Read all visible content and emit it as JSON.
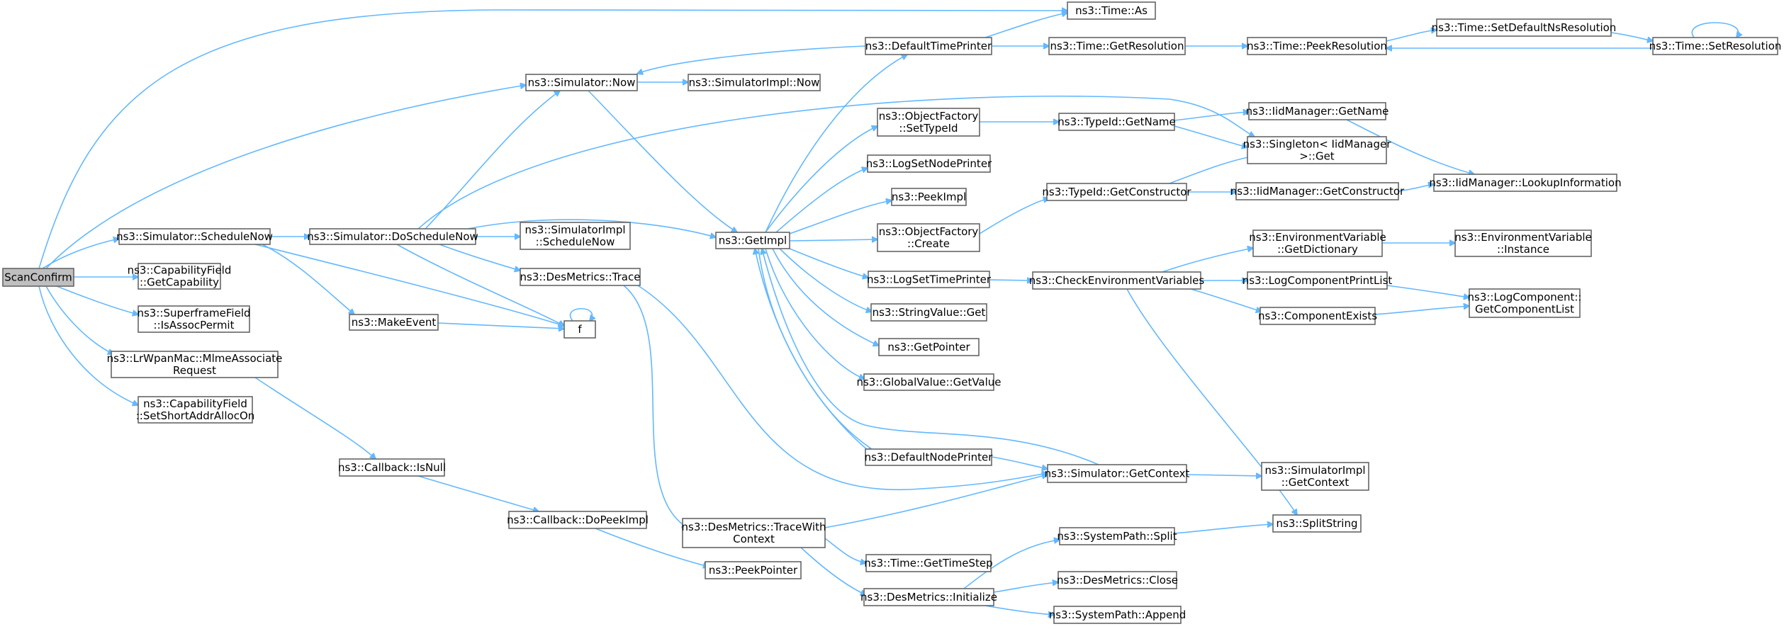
{
  "graph": {
    "colors": {
      "edge": "#63b8ff",
      "node_border": "#666666",
      "root_fill": "#bfbfbf",
      "node_fill": "#ffffff"
    },
    "nodes": [
      {
        "id": "scanconfirm",
        "lines": [
          "ScanConfirm"
        ],
        "root": true
      },
      {
        "id": "schedulenow",
        "lines": [
          "ns3::Simulator::ScheduleNow"
        ]
      },
      {
        "id": "getcapability",
        "lines": [
          "ns3::CapabilityField",
          "::GetCapability"
        ]
      },
      {
        "id": "isassocpermit",
        "lines": [
          "ns3::SuperframeField",
          "::IsAssocPermit"
        ]
      },
      {
        "id": "mlmeassociate",
        "lines": [
          "ns3::LrWpanMac::MlmeAssociate",
          "Request"
        ]
      },
      {
        "id": "setshortaddr",
        "lines": [
          "ns3::CapabilityField",
          "::SetShortAddrAllocOn"
        ]
      },
      {
        "id": "timeas",
        "lines": [
          "ns3::Time::As"
        ]
      },
      {
        "id": "simnow",
        "lines": [
          "ns3::Simulator::Now"
        ]
      },
      {
        "id": "doschedulenow",
        "lines": [
          "ns3::Simulator::DoScheduleNow"
        ]
      },
      {
        "id": "makeevent",
        "lines": [
          "ns3::MakeEvent"
        ]
      },
      {
        "id": "f",
        "lines": [
          "f"
        ]
      },
      {
        "id": "isnull",
        "lines": [
          "ns3::Callback::IsNull"
        ]
      },
      {
        "id": "dopeekimpl",
        "lines": [
          "ns3::Callback::DoPeekImpl"
        ]
      },
      {
        "id": "simimplnow",
        "lines": [
          "ns3::SimulatorImpl::Now"
        ]
      },
      {
        "id": "simimplschedulenow",
        "lines": [
          "ns3::SimulatorImpl",
          "::ScheduleNow"
        ]
      },
      {
        "id": "desmetricstrace",
        "lines": [
          "ns3::DesMetrics::Trace"
        ]
      },
      {
        "id": "getimpl",
        "lines": [
          "ns3::GetImpl"
        ]
      },
      {
        "id": "tracewithcontext",
        "lines": [
          "ns3::DesMetrics::TraceWith",
          "Context"
        ]
      },
      {
        "id": "peekpointer",
        "lines": [
          "ns3::PeekPointer"
        ]
      },
      {
        "id": "defaulttimeprinter",
        "lines": [
          "ns3::DefaultTimePrinter"
        ]
      },
      {
        "id": "objfactsettypeid",
        "lines": [
          "ns3::ObjectFactory",
          "::SetTypeId"
        ]
      },
      {
        "id": "logsetnodeprinter",
        "lines": [
          "ns3::LogSetNodePrinter"
        ]
      },
      {
        "id": "peekimpl",
        "lines": [
          "ns3::PeekImpl"
        ]
      },
      {
        "id": "objfactcreate",
        "lines": [
          "ns3::ObjectFactory",
          "::Create"
        ]
      },
      {
        "id": "logsettimeprinter",
        "lines": [
          "ns3::LogSetTimePrinter"
        ]
      },
      {
        "id": "stringvalueget",
        "lines": [
          "ns3::StringValue::Get"
        ]
      },
      {
        "id": "getpointer",
        "lines": [
          "ns3::GetPointer"
        ]
      },
      {
        "id": "globalvaluegetvalue",
        "lines": [
          "ns3::GlobalValue::GetValue"
        ]
      },
      {
        "id": "defaultnodeprinter",
        "lines": [
          "ns3::DefaultNodePrinter"
        ]
      },
      {
        "id": "gettimestep",
        "lines": [
          "ns3::Time::GetTimeStep"
        ]
      },
      {
        "id": "desmetricsinit",
        "lines": [
          "ns3::DesMetrics::Initialize"
        ]
      },
      {
        "id": "timegetresolution",
        "lines": [
          "ns3::Time::GetResolution"
        ]
      },
      {
        "id": "typeidgetname",
        "lines": [
          "ns3::TypeId::GetName"
        ]
      },
      {
        "id": "typeidgetconstructor",
        "lines": [
          "ns3::TypeId::GetConstructor"
        ]
      },
      {
        "id": "checkenvvars",
        "lines": [
          "ns3::CheckEnvironmentVariables"
        ]
      },
      {
        "id": "simgetcontext",
        "lines": [
          "ns3::Simulator::GetContext"
        ]
      },
      {
        "id": "systempathsplit",
        "lines": [
          "ns3::SystemPath::Split"
        ]
      },
      {
        "id": "desmetricsclose",
        "lines": [
          "ns3::DesMetrics::Close"
        ]
      },
      {
        "id": "systempathappend",
        "lines": [
          "ns3::SystemPath::Append"
        ]
      },
      {
        "id": "timepeekresolution",
        "lines": [
          "ns3::Time::PeekResolution"
        ]
      },
      {
        "id": "iidgetname",
        "lines": [
          "ns3::IidManager::GetName"
        ]
      },
      {
        "id": "singletonget",
        "lines": [
          "ns3::Singleton< IidManager",
          ">::Get"
        ]
      },
      {
        "id": "iidgetconstructor",
        "lines": [
          "ns3::IidManager::GetConstructor"
        ]
      },
      {
        "id": "envgetdictionary",
        "lines": [
          "ns3::EnvironmentVariable",
          "::GetDictionary"
        ]
      },
      {
        "id": "logcomponentprintlist",
        "lines": [
          "ns3::LogComponentPrintList"
        ]
      },
      {
        "id": "componentexists",
        "lines": [
          "ns3::ComponentExists"
        ]
      },
      {
        "id": "simimplgetcontext",
        "lines": [
          "ns3::SimulatorImpl",
          "::GetContext"
        ]
      },
      {
        "id": "splitstring",
        "lines": [
          "ns3::SplitString"
        ]
      },
      {
        "id": "timesetdefaultns",
        "lines": [
          "ns3::Time::SetDefaultNsResolution"
        ]
      },
      {
        "id": "iidlookupinfo",
        "lines": [
          "ns3::IidManager::LookupInformation"
        ]
      },
      {
        "id": "envinstance",
        "lines": [
          "ns3::EnvironmentVariable",
          "::Instance"
        ]
      },
      {
        "id": "logcomponentgetlist",
        "lines": [
          "ns3::LogComponent::",
          "GetComponentList"
        ]
      },
      {
        "id": "timesetresolution",
        "lines": [
          "ns3::Time::SetResolution"
        ]
      }
    ]
  }
}
